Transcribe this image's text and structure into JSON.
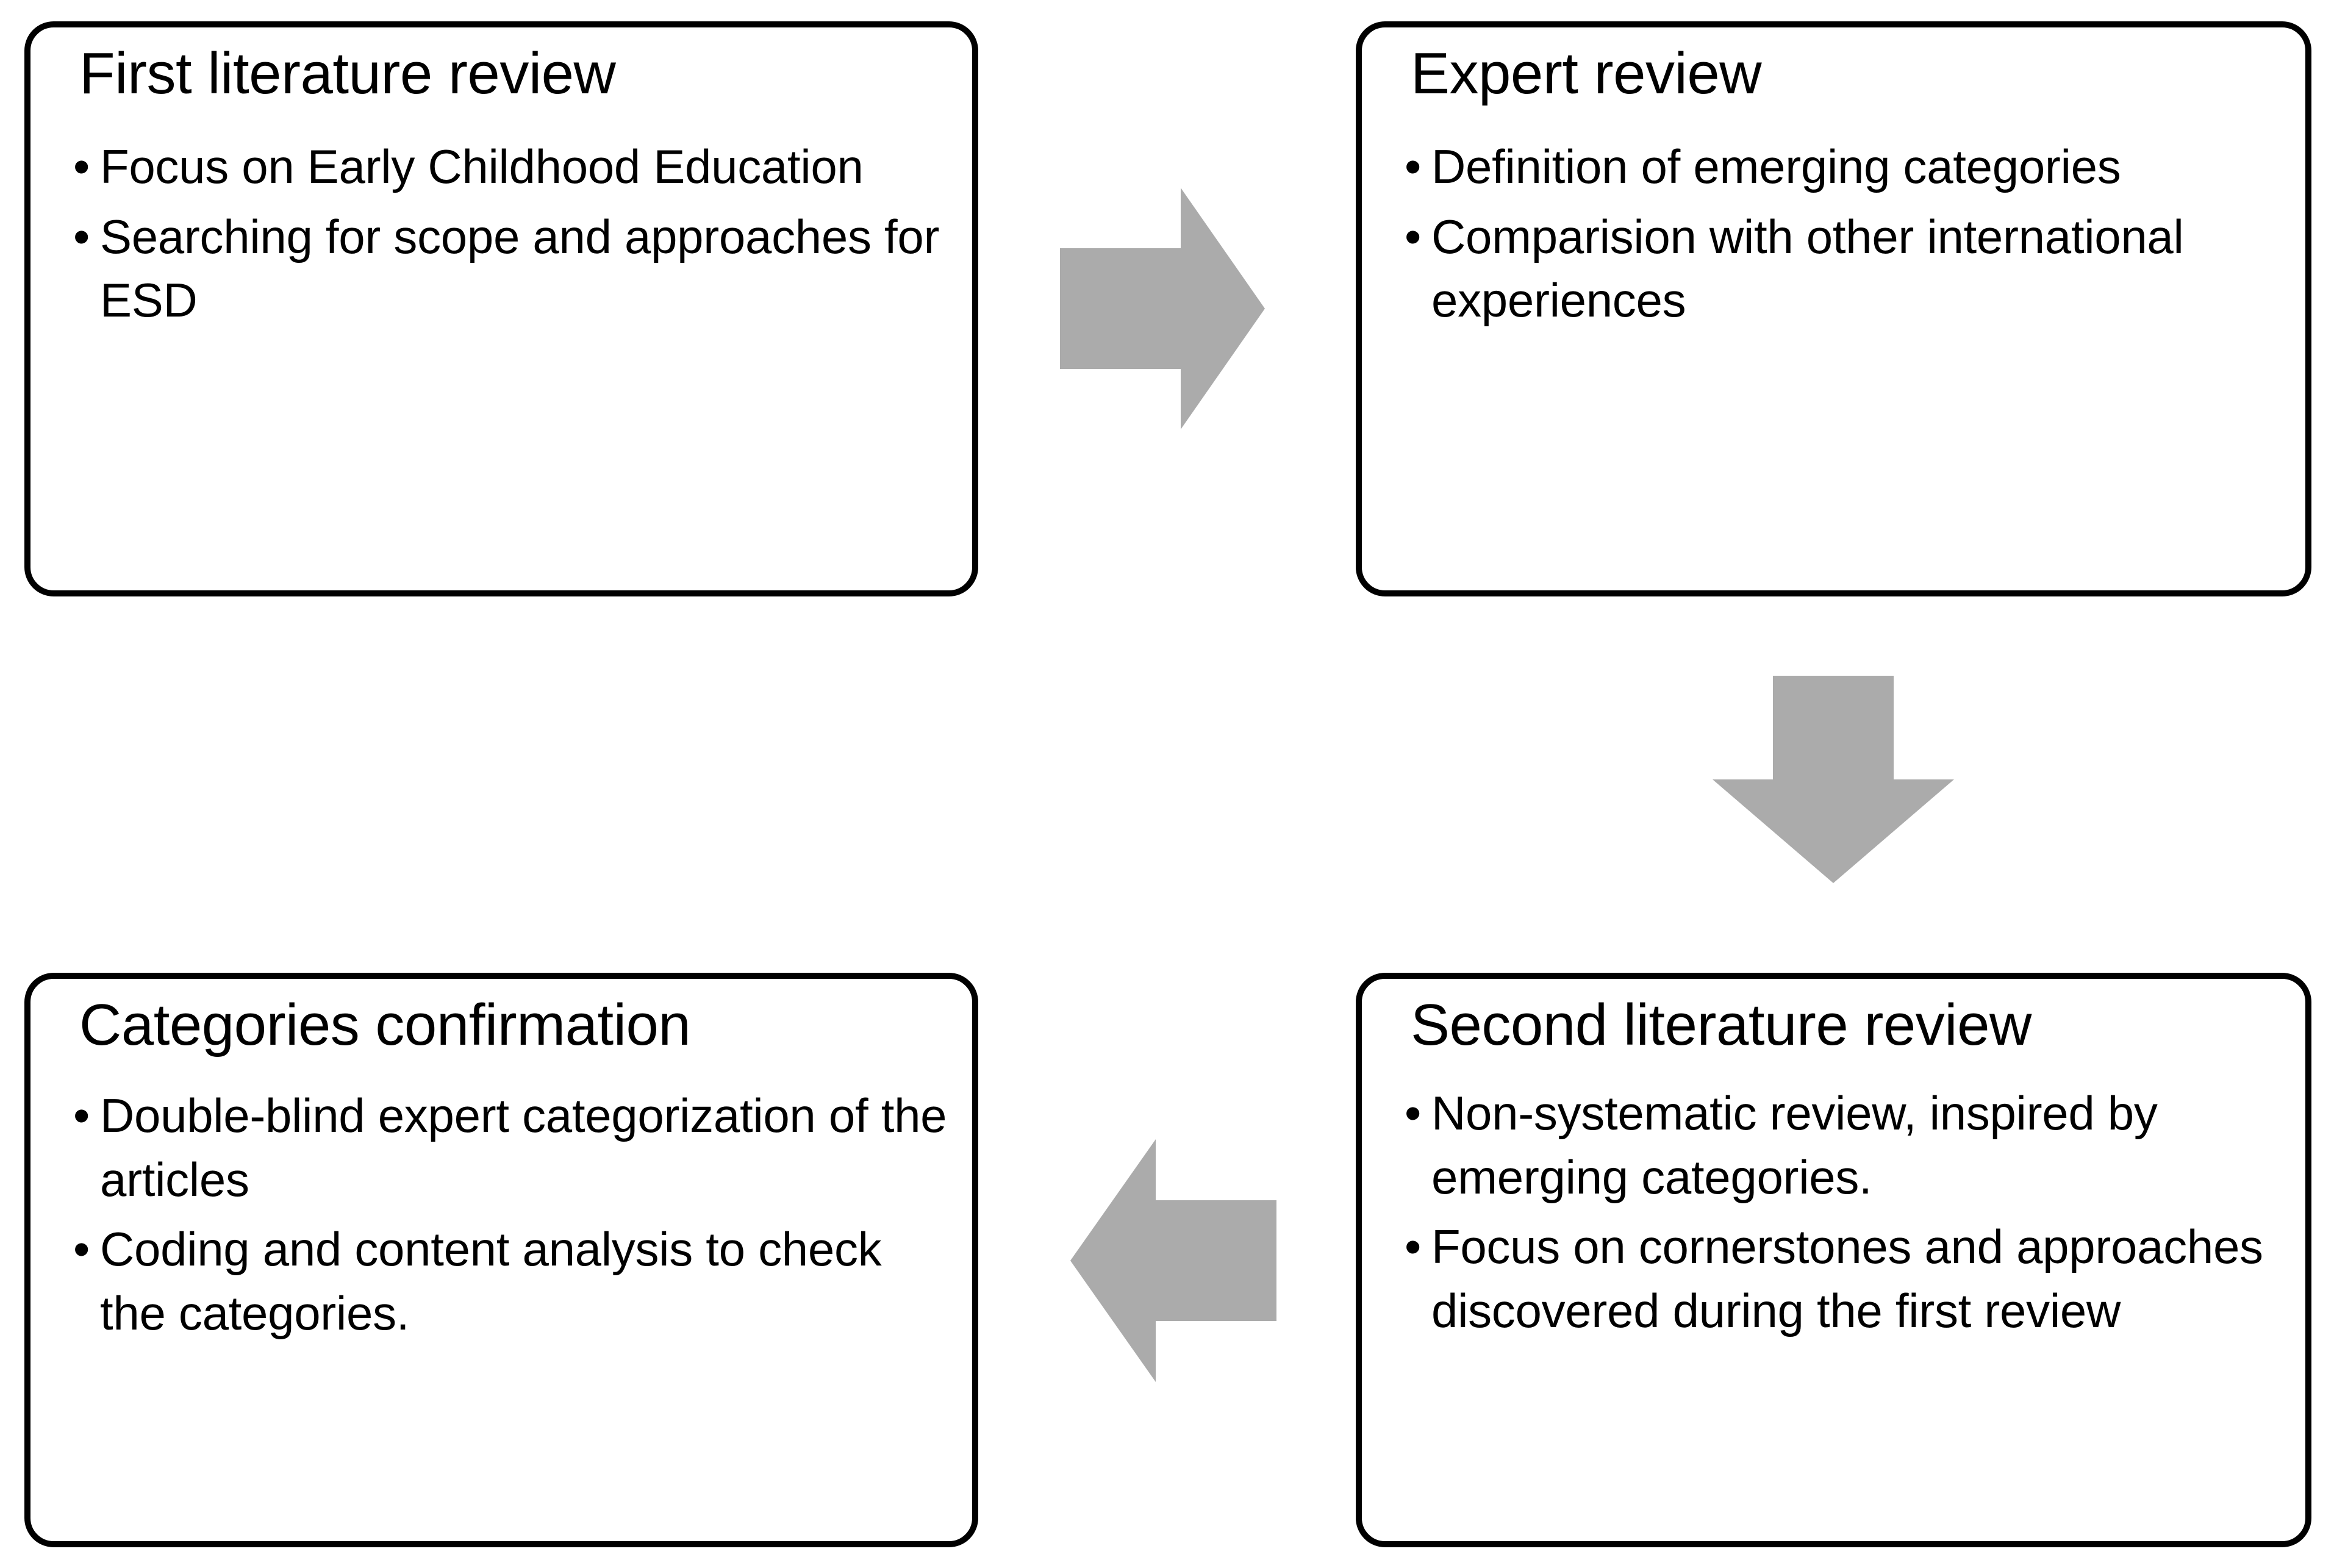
{
  "diagram": {
    "title_semantic": "four-step-literature-review-process",
    "accent_gray": "#ABABAB",
    "border_color": "#000000",
    "background": "#FFFFFF"
  },
  "boxes": [
    {
      "id": "first-literature-review",
      "title": "First literature review",
      "bullets": [
        "Focus on Early Childhood Education",
        "Searching for scope and approaches for ESD"
      ]
    },
    {
      "id": "expert-review",
      "title": "Expert review",
      "bullets": [
        "Definition of emerging categories",
        "Comparision with other international experiences"
      ]
    },
    {
      "id": "second-literature-review",
      "title": "Second literature review",
      "bullets": [
        "Non-systematic review, inspired by emerging categories.",
        "Focus on cornerstones and approaches discovered during the first review"
      ]
    },
    {
      "id": "categories-confirmation",
      "title": "Categories confirmation",
      "bullets": [
        "Double-blind expert categorization of the articles",
        "Coding and content analysis to check the categories."
      ]
    }
  ],
  "arrows": [
    {
      "id": "arrow-first-to-expert",
      "direction": "right",
      "icon": "arrow-right-icon",
      "color": "#ABABAB"
    },
    {
      "id": "arrow-expert-to-second",
      "direction": "down",
      "icon": "arrow-down-icon",
      "color": "#ABABAB"
    },
    {
      "id": "arrow-second-to-categories",
      "direction": "left",
      "icon": "arrow-left-icon",
      "color": "#ABABAB"
    }
  ]
}
